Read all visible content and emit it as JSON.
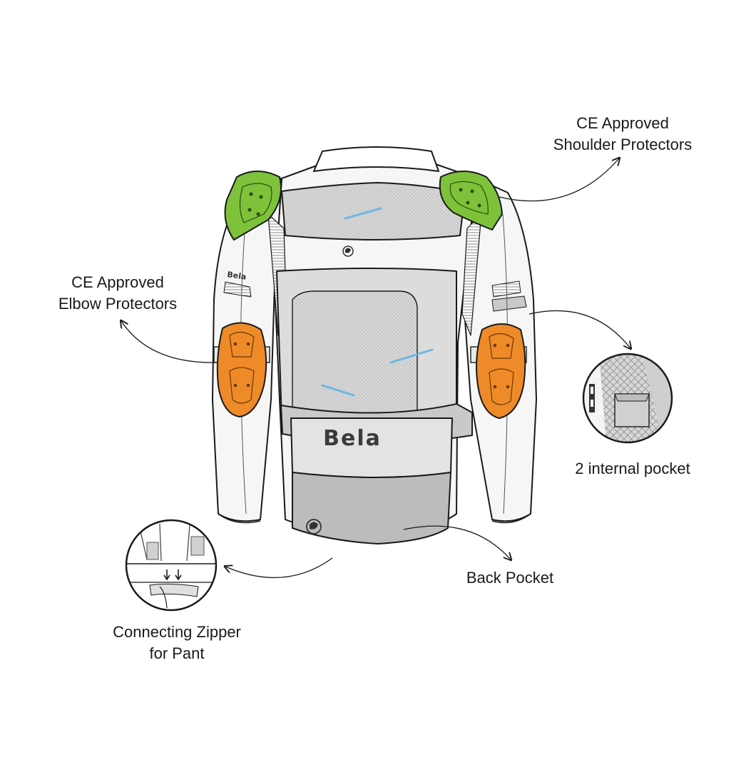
{
  "callouts": {
    "shoulder": {
      "line1": "CE Approved",
      "line2": "Shoulder Protectors"
    },
    "elbow": {
      "line1": "CE Approved",
      "line2": "Elbow Protectors"
    },
    "internal_pocket": {
      "line1": "2 internal pocket"
    },
    "back_pocket": {
      "line1": "Back Pocket"
    },
    "zipper": {
      "line1": "Connecting Zipper",
      "line2": "for Pant"
    }
  },
  "jacket": {
    "brand_text": "Bela"
  },
  "colors": {
    "shoulder_protector": "#7dc23a",
    "elbow_protector": "#ee8a28",
    "mesh_panel": "#d7d7d7",
    "back_pocket": "#b9b9b9",
    "outline": "#1a1a1a",
    "airflow": "#5ab4e6"
  },
  "icons": [
    "bela-lion-logo-icon",
    "airflow-arrow-icon"
  ]
}
